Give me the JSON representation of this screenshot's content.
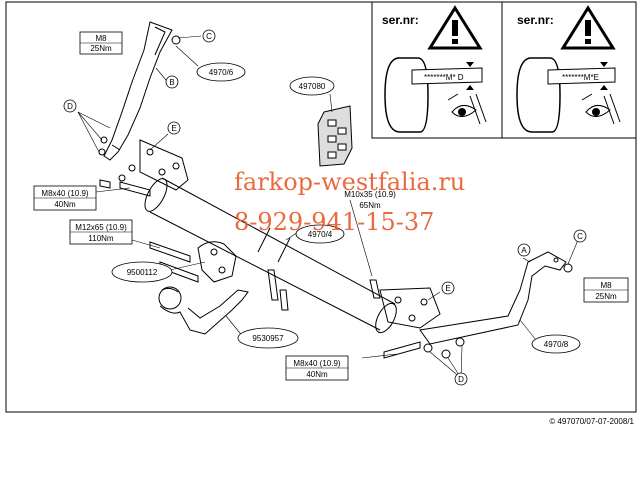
{
  "labels": {
    "c_top": "C",
    "b": "B",
    "part_49706": "4970/6",
    "m8_top_a": "M8",
    "m8_top_b": "25Nm",
    "d_left": "D",
    "e_top": "E",
    "part_497080": "497080",
    "m8x40_left_a": "M8x40 (10.9)",
    "m8x40_left_b": "40Nm",
    "m12x65_a": "M12x65 (10.9)",
    "m12x65_b": "110Nm",
    "part_9500112": "9500112",
    "part_9530957": "9530957",
    "m10x35_a": "M10x35 (10.9)",
    "m10x35_b": "65Nm",
    "part_49704": "4970/4",
    "a": "A",
    "c_right": "C",
    "m8_right_a": "M8",
    "m8_right_b": "25Nm",
    "e_mid": "E",
    "part_49708": "4970/8",
    "m8x40_bottom_a": "M8x40 (10.9)",
    "m8x40_bottom_b": "40Nm",
    "d_bottom": "D",
    "sernr_1": "ser.nr:",
    "sernr_2": "ser.nr:",
    "plate_1": "*******M* D",
    "plate_2": "*******M*E",
    "watermark_1": "farkop-westfalia.ru",
    "watermark_2": "8-929-941-15-37",
    "copyright": "© 497070/07-07-2008/1"
  }
}
